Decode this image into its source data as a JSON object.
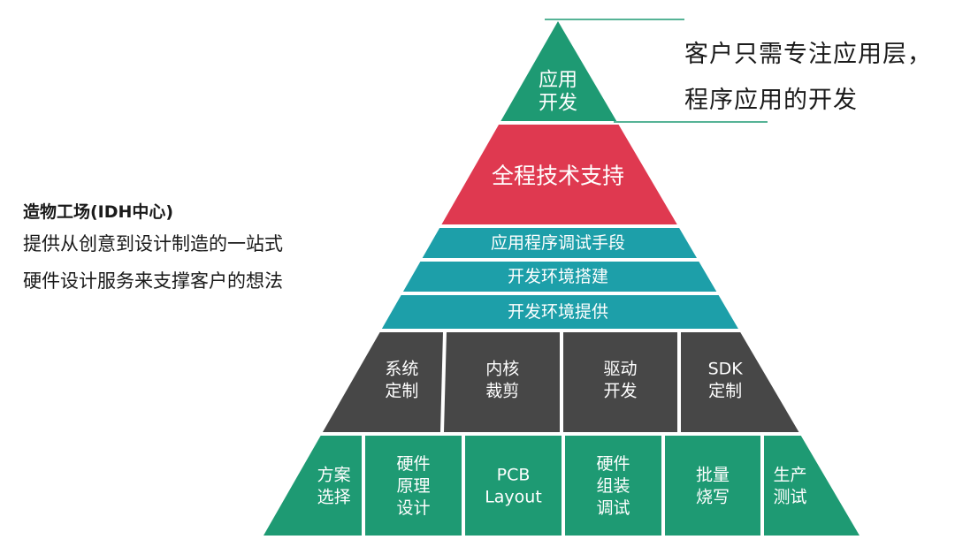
{
  "colors": {
    "green": "#1e9a73",
    "red": "#df3950",
    "teal": "#1d9fa9",
    "dark": "#474747",
    "white": "#ffffff",
    "callout_line": "#1e9a73"
  },
  "callout": {
    "lines": [
      "客户只需专注应用层，",
      "程序应用的开发"
    ]
  },
  "left_text": {
    "title": "造物工场(IDH中心)",
    "lines": [
      "提供从创意到设计制造的一站式",
      "硬件设计服务来支撑客户的想法"
    ]
  },
  "pyramid": {
    "apex": {
      "lines": [
        "应用",
        "开发"
      ]
    },
    "support": {
      "label": "全程技术支持"
    },
    "software_tiers": [
      {
        "label": "应用程序调试手段"
      },
      {
        "label": "开发环境搭建"
      },
      {
        "label": "开发环境提供"
      }
    ],
    "system_row": [
      {
        "lines": [
          "系统",
          "定制"
        ]
      },
      {
        "lines": [
          "内核",
          "裁剪"
        ]
      },
      {
        "lines": [
          "驱动",
          "开发"
        ]
      },
      {
        "lines": [
          "SDK",
          "定制"
        ]
      }
    ],
    "hardware_row": [
      {
        "lines": [
          "方案",
          "选择"
        ]
      },
      {
        "lines": [
          "硬件",
          "原理",
          "设计"
        ]
      },
      {
        "lines": [
          "PCB",
          "Layout"
        ]
      },
      {
        "lines": [
          "硬件",
          "组装",
          "调试"
        ]
      },
      {
        "lines": [
          "批量",
          "烧写"
        ]
      },
      {
        "lines": [
          "生产",
          "测试"
        ]
      }
    ]
  }
}
